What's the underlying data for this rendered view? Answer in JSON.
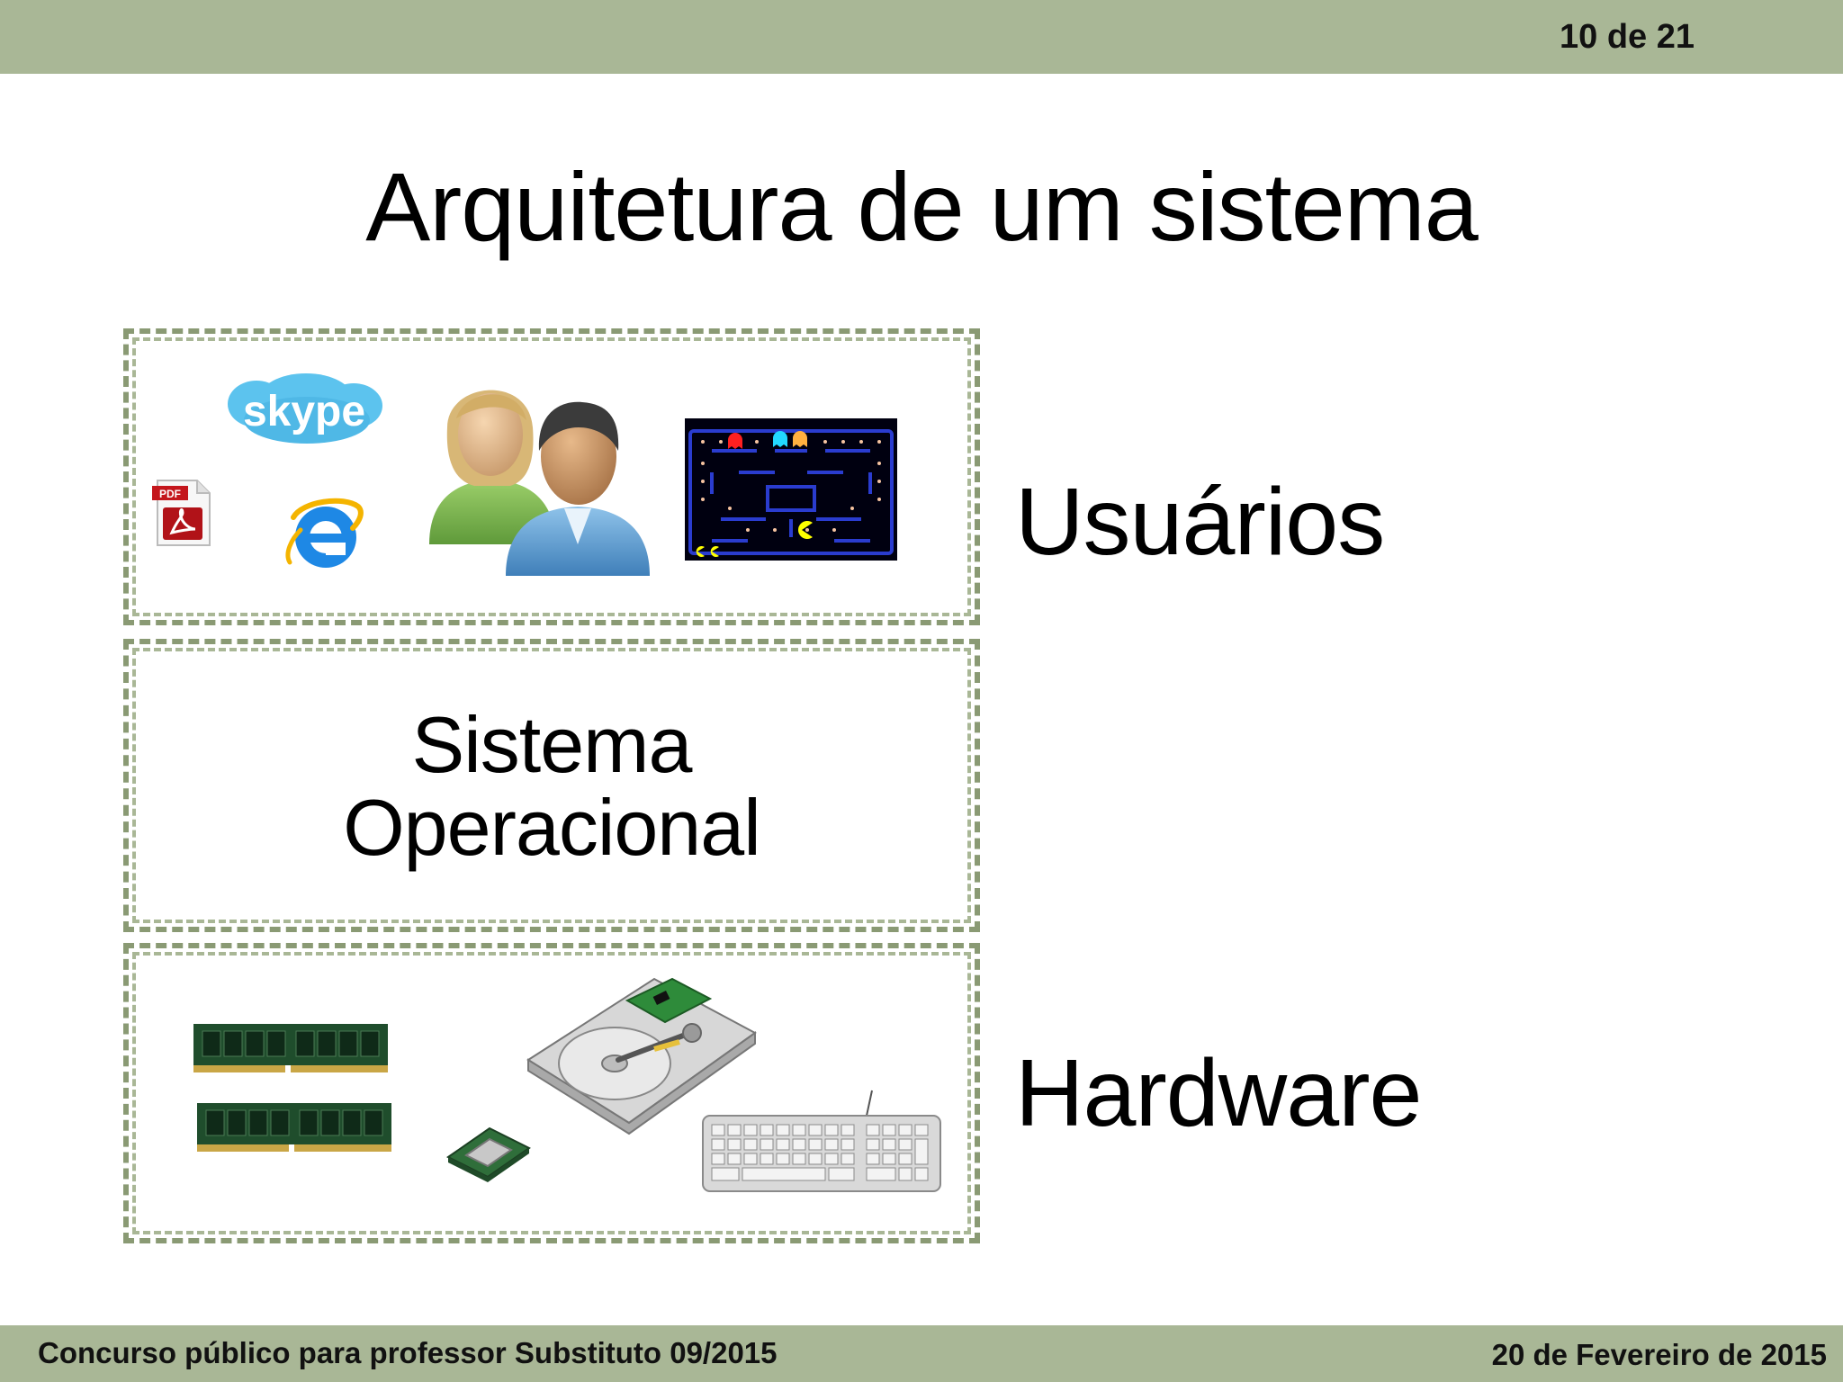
{
  "header": {
    "page_number": "10 de 21",
    "bar_color": "#a9b796"
  },
  "title": "Arquitetura de um sistema",
  "diagram": {
    "layers": [
      {
        "id": "users",
        "label": "Usuários",
        "icons": [
          "skype-logo-icon",
          "pdf-file-icon",
          "internet-explorer-icon",
          "users-icon",
          "pacman-game-icon"
        ],
        "skype_text": "skype",
        "pdf_text": "PDF"
      },
      {
        "id": "os",
        "label_line1": "Sistema",
        "label_line2": "Operacional"
      },
      {
        "id": "hardware",
        "label": "Hardware",
        "icons": [
          "ram-module-icon",
          "ram-module-icon",
          "cpu-chip-icon",
          "hard-disk-icon",
          "keyboard-icon"
        ]
      }
    ],
    "border_color": "#8a9a74"
  },
  "footer": {
    "left": "Concurso público para professor Substituto 09/2015",
    "right": "20 de Fevereiro de 2015"
  }
}
